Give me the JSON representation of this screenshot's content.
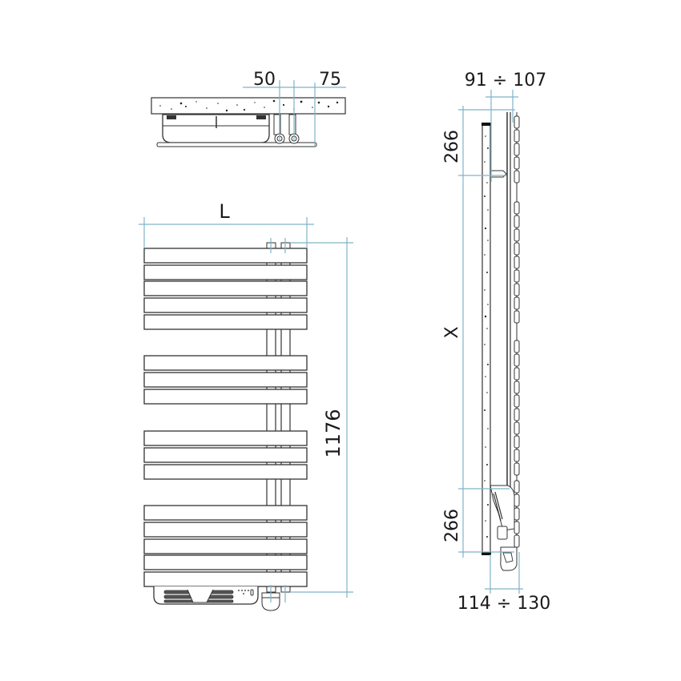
{
  "diagram": {
    "title": "Towel radiator dimension drawing",
    "accent_color": "#7fb3c8",
    "line_color": "#333333",
    "top_view": {
      "dimensions": {
        "left_pipe_offset": "50",
        "right_pipe_offset": "75"
      }
    },
    "front_view": {
      "dimensions": {
        "width": "L",
        "height": "1176"
      },
      "bar_groups": [
        5,
        3,
        3,
        5
      ]
    },
    "side_view": {
      "dimensions": {
        "top_depth": "91 ÷ 107",
        "top_offset": "266",
        "bracket_spacing": "X",
        "bottom_offset": "266",
        "bottom_depth": "114 ÷ 130"
      }
    }
  }
}
